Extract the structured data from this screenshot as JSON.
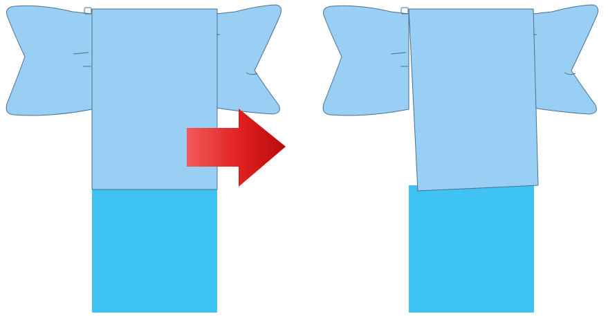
{
  "colors": {
    "background": "#ffffff",
    "upper_panel": "#99cff4",
    "lower_panel": "#3fc3f2",
    "outline": "#4a6f8c",
    "arrow_light": "#f25a5a",
    "arrow_mid": "#e01f1f",
    "arrow_dark": "#b80b0b"
  },
  "panels": [
    {
      "name": "before-step"
    },
    {
      "name": "after-step"
    }
  ],
  "arrow": {
    "direction": "right",
    "icon": "right-arrow-icon"
  }
}
